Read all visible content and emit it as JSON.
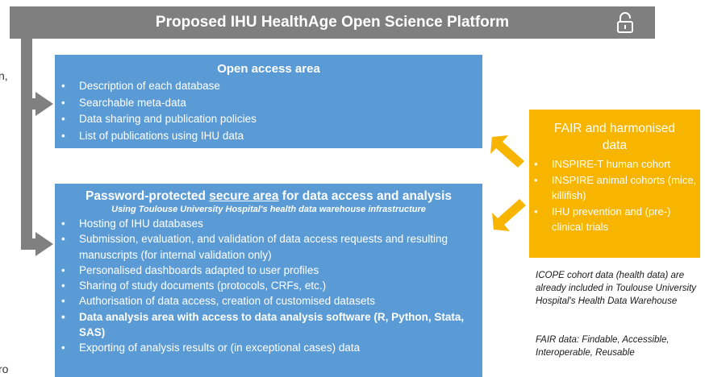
{
  "header": {
    "title": "Proposed IHU HealthAge Open Science Platform"
  },
  "open_area": {
    "title": "Open access area",
    "items": [
      "Description of each database",
      "Searchable meta-data",
      "Data sharing and publication policies",
      "List of publications using IHU data"
    ]
  },
  "secure_area": {
    "title_pre": "Password-protected ",
    "title_underline": "secure area",
    "title_post": " for data access and analysis",
    "subtitle": "Using Toulouse University Hospital's health data warehouse infrastructure",
    "items": [
      {
        "text": "Hosting of IHU databases",
        "bold": false
      },
      {
        "text": "Submission, evaluation, and validation of data access requests and resulting manuscripts (for internal validation only)",
        "bold": false
      },
      {
        "text": "Personalised dashboards adapted to user profiles",
        "bold": false
      },
      {
        "text": "Sharing of study documents (protocols, CRFs, etc.)",
        "bold": false
      },
      {
        "text": "Authorisation of data access, creation of customised datasets",
        "bold": false
      },
      {
        "text": "Data analysis area with access to data analysis software (R, Python, Stata, SAS)",
        "bold": true
      },
      {
        "text": "Exporting of analysis results or (in exceptional cases) data",
        "bold": false
      }
    ]
  },
  "fair_box": {
    "title": "FAIR and harmonised data",
    "items": [
      "INSPIRE-T human cohort",
      "INSPIRE animal cohorts (mice, killifish)",
      "IHU prevention and (pre-) clinical trials"
    ]
  },
  "notes": {
    "icope": "ICOPE cohort data (health data) are already included in Toulouse University Hospital's Health Data Warehouse",
    "fair_def": "FAIR data: Findable, Accessible, Interoperable, Reusable"
  },
  "edge_fragments": {
    "top": "n,",
    "bottom": "ro"
  },
  "colors": {
    "header": "#7f7f7f",
    "blue": "#5b9bd5",
    "gold": "#f7b500",
    "arrow": "#808080"
  },
  "icons": {
    "lock": "unlock-icon",
    "arrows": "block-arrow"
  }
}
